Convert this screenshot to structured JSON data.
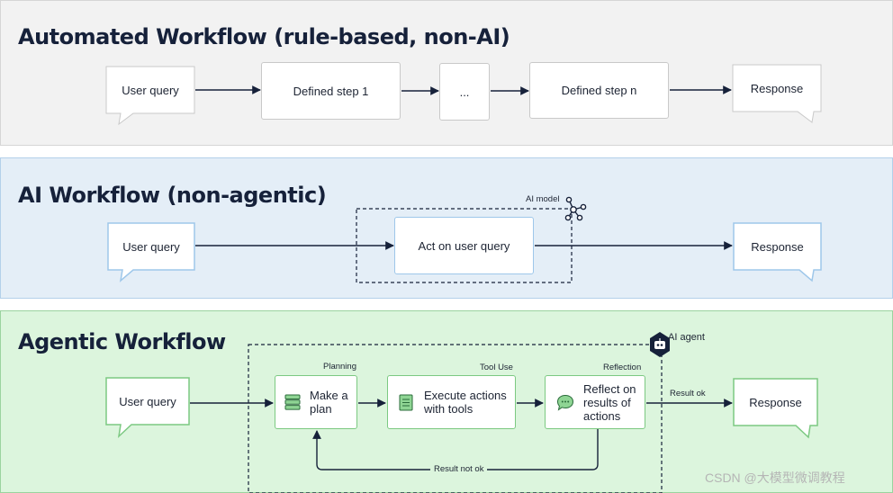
{
  "automated": {
    "title": "Automated Workflow (rule-based, non-AI)",
    "user_query": "User query",
    "step1": "Defined step 1",
    "ellipsis": "...",
    "stepn": "Defined step n",
    "response": "Response"
  },
  "ai": {
    "title": "AI Workflow (non-agentic)",
    "user_query": "User query",
    "act": "Act on user query",
    "model_label": "AI model",
    "response": "Response"
  },
  "agentic": {
    "title": "Agentic Workflow",
    "user_query": "User query",
    "plan": "Make a plan",
    "plan_caption": "Planning",
    "execute": "Execute actions with tools",
    "execute_caption": "Tool Use",
    "reflect": "Reflect on results of actions",
    "reflect_caption": "Reflection",
    "agent_label": "AI agent",
    "result_ok": "Result ok",
    "result_not_ok": "Result not ok",
    "response": "Response"
  },
  "watermark": "CSDN @大模型微调教程",
  "colors": {
    "automated_bg": "#f2f2f2",
    "ai_bg": "#e4eef7",
    "agentic_bg": "#dcf5dd",
    "arrow": "#16213a",
    "accent_teal": "#2a8a86"
  }
}
